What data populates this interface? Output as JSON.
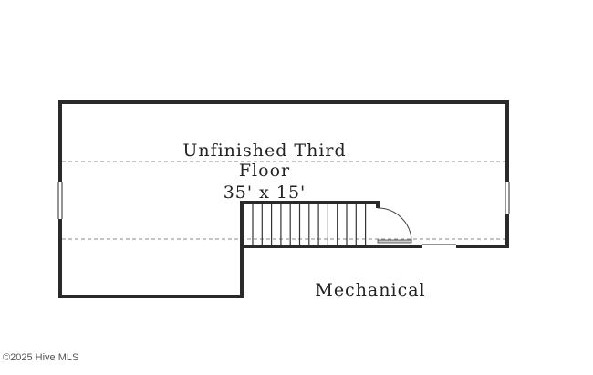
{
  "rooms": {
    "third_floor_line1": "Unfinished Third",
    "third_floor_line2": "Floor",
    "third_floor_dims": "35' x 15'",
    "mechanical": "Mechanical"
  },
  "watermark": "©2025 Hive MLS",
  "colors": {
    "wall": "#2a2a2a",
    "dash": "#888888"
  }
}
